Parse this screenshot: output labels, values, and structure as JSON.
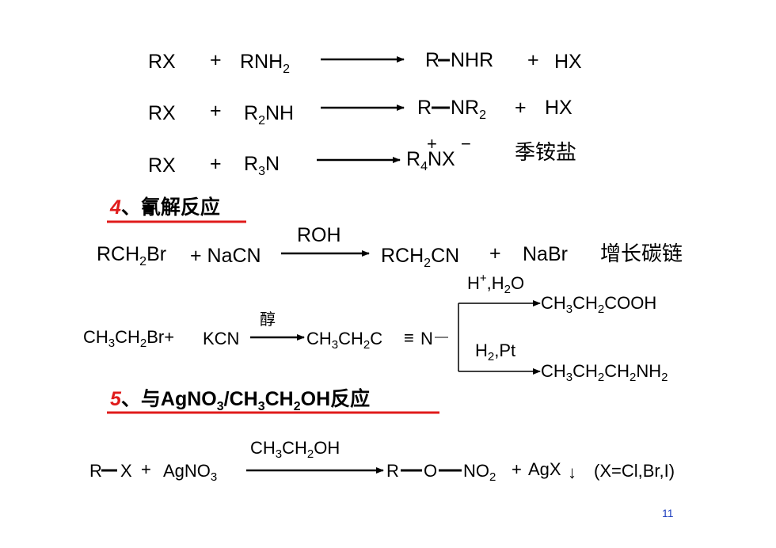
{
  "reaction1": {
    "reactant1": "RX",
    "plus": "+",
    "reactant2": "RNH",
    "r2_sub": "2",
    "product": "R",
    "bond_group": "NHR",
    "plus2": "+",
    "byproduct": "HX"
  },
  "reaction2": {
    "reactant1": "RX",
    "plus": "+",
    "reactant2_a": "R",
    "reactant2_sub": "2",
    "reactant2_b": "NH",
    "product": "R",
    "group": "NR",
    "group_sub": "2",
    "plus2": "+",
    "byproduct": "HX"
  },
  "reaction3": {
    "reactant1": "RX",
    "plus": "+",
    "reactant2_a": "R",
    "reactant2_sub": "3",
    "reactant2_b": "N",
    "product_a": "R",
    "product_sub": "4",
    "product_b": "NX",
    "plus_charge": "+",
    "minus_charge": "−",
    "note": "季铵盐"
  },
  "section4": {
    "number": "4",
    "title": "、氰解反应"
  },
  "reaction4": {
    "reactant1_a": "RCH",
    "reactant1_sub": "2",
    "reactant1_b": "Br",
    "plus": "+ NaCN",
    "condition": "ROH",
    "product_a": "RCH",
    "product_sub": "2",
    "product_b": "CN",
    "plus2": "+",
    "byproduct": "NaBr",
    "note": "增长碳链"
  },
  "reaction5": {
    "reactant": "CH",
    "r_sub1": "3",
    "r_mid": "CH",
    "r_sub2": "2",
    "r_end": "Br+",
    "reagent": "KCN",
    "condition": "醇",
    "product_a": "CH",
    "p_sub1": "3",
    "p_mid": "CH",
    "p_sub2": "2",
    "p_end": "C",
    "triple_bond": "≡",
    "nitrogen": "N",
    "branch_top": {
      "cond_a": "H",
      "cond_sup": "+",
      "cond_b": ",H",
      "cond_sub": "2",
      "cond_c": "O",
      "prod_a": "CH",
      "prod_sub1": "3",
      "prod_mid": "CH",
      "prod_sub2": "2",
      "prod_end": "COOH"
    },
    "branch_bottom": {
      "cond_a": "H",
      "cond_sub": "2",
      "cond_b": ",Pt",
      "prod_a": "CH",
      "prod_sub1": "3",
      "prod_mid": "CH",
      "prod_sub2": "2",
      "prod_mid2": "CH",
      "prod_sub3": "2",
      "prod_end": "NH",
      "prod_sub4": "2"
    }
  },
  "section5": {
    "number": "5",
    "title_a": "、与AgNO",
    "sub1": "3",
    "title_b": "/CH",
    "sub2": "3",
    "title_c": "CH",
    "sub3": "2",
    "title_d": "OH反应"
  },
  "reaction6": {
    "reactant": "R",
    "x": "X",
    "plus": "+",
    "reagent": "AgNO",
    "reagent_sub": "3",
    "condition_a": "CH",
    "cond_sub1": "3",
    "condition_b": "CH",
    "cond_sub2": "2",
    "condition_c": "OH",
    "product_r": "R",
    "product_o": "O",
    "product_no": "NO",
    "product_sub": "2",
    "plus2": "+",
    "byproduct": "AgX",
    "arrow_down": "↓",
    "note": "(X=Cl,Br,I)"
  },
  "page_number": "11",
  "colors": {
    "accent_red": "#e01b1b",
    "page_number_blue": "#1f3fbf"
  }
}
